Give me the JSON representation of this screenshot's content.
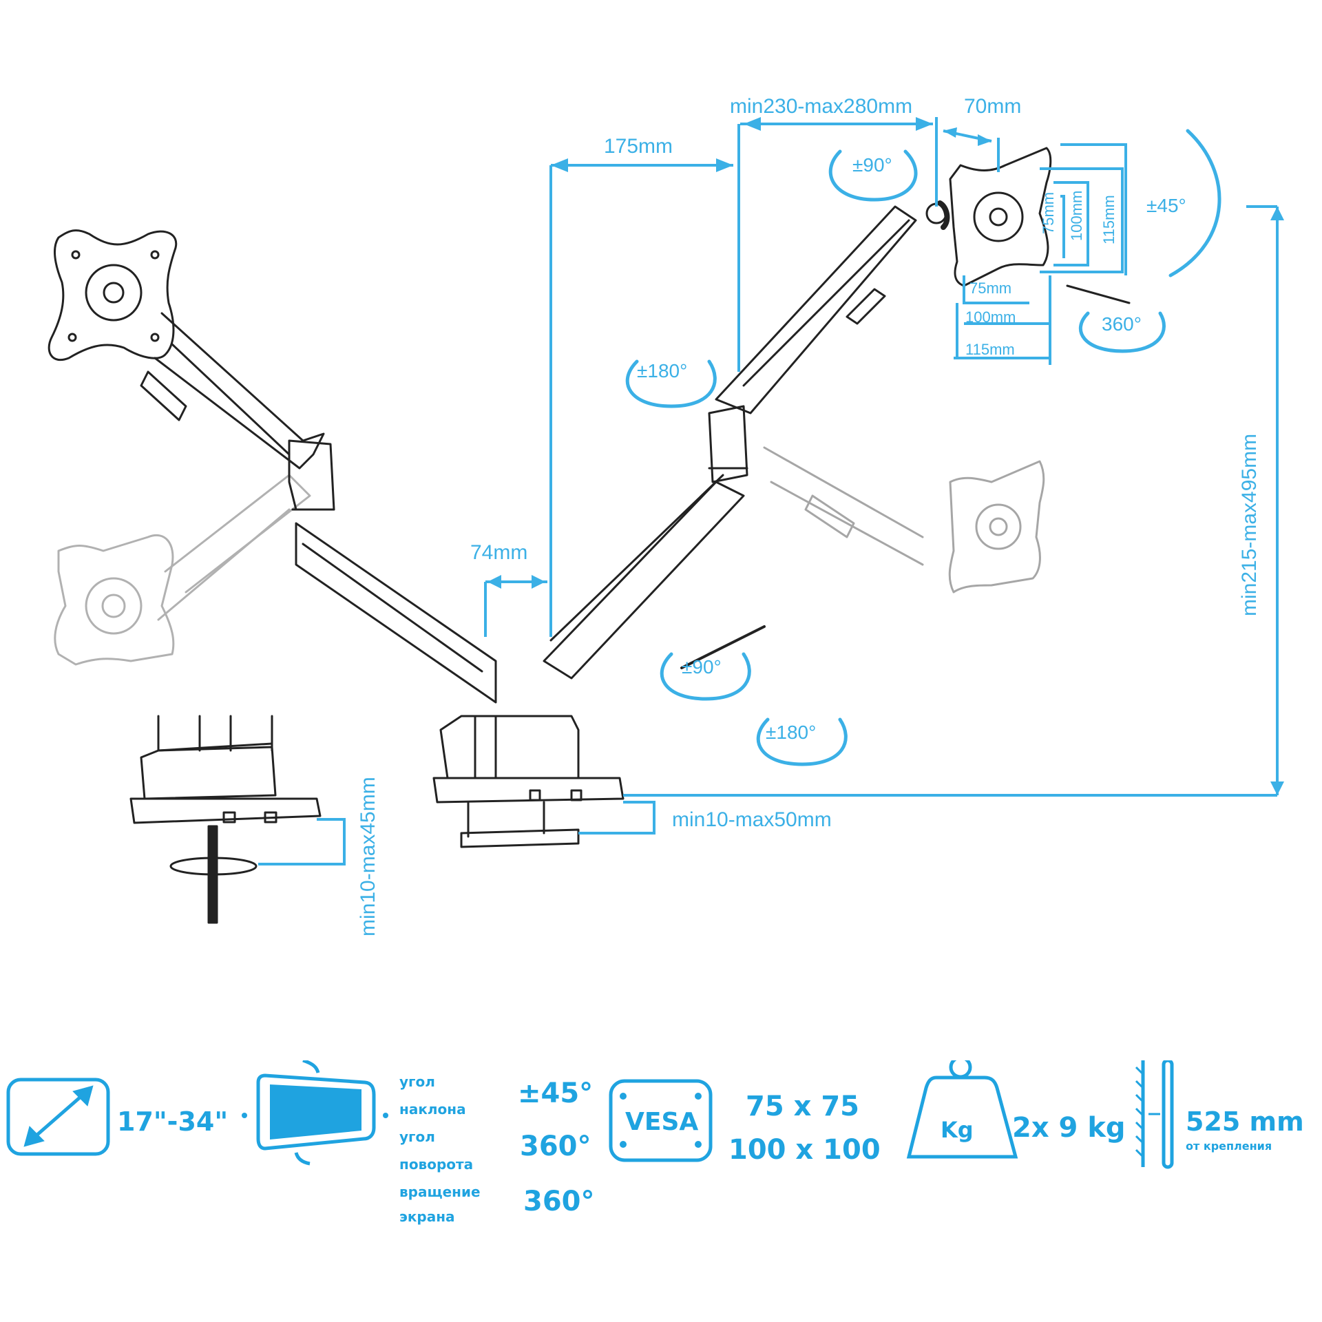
{
  "colors": {
    "accent": "#1fa3e0",
    "dimension_line": "#3bb0e6",
    "drawing_line": "#222222",
    "background": "#ffffff"
  },
  "dimensions": {
    "arm_offset_top": "175mm",
    "arm_reach": "min230-max280mm",
    "head_offset": "70mm",
    "vesa_h_75": "75mm",
    "vesa_h_100": "100mm",
    "vesa_h_115": "115mm",
    "vesa_v_75": "75mm",
    "vesa_v_100": "100mm",
    "vesa_v_115": "115mm",
    "pole_gap": "74mm",
    "height_range": "min215-max495mm",
    "clamp_thickness": "min10-max50mm",
    "grommet_thickness": "min10-max45mm"
  },
  "rotations": {
    "head_swivel": "±90°",
    "head_tilt": "±45°",
    "screen_rotation": "360°",
    "elbow": "±180°",
    "base_swivel": "±90°",
    "base_rotation": "±180°"
  },
  "specs": {
    "screen_size": "17\"-34\"",
    "tilt_label_1": "угол",
    "tilt_label_2": "наклона",
    "tilt_value": "±45°",
    "swivel_label_1": "угол",
    "swivel_label_2": "поворота",
    "swivel_value": "360°",
    "rotate_label_1": "вращение",
    "rotate_label_2": "экрана",
    "rotate_value": "360°",
    "vesa_badge": "VESA",
    "vesa_1": "75 x 75",
    "vesa_2": "100 x 100",
    "weight_badge": "Kg",
    "weight_value": "2x 9 kg",
    "reach_value": "525 mm",
    "reach_note": "от крепления"
  },
  "icons": [
    "diagonal-size-icon",
    "monitor-tilt-icon",
    "vesa-plate-icon",
    "weight-icon",
    "wall-distance-icon"
  ]
}
